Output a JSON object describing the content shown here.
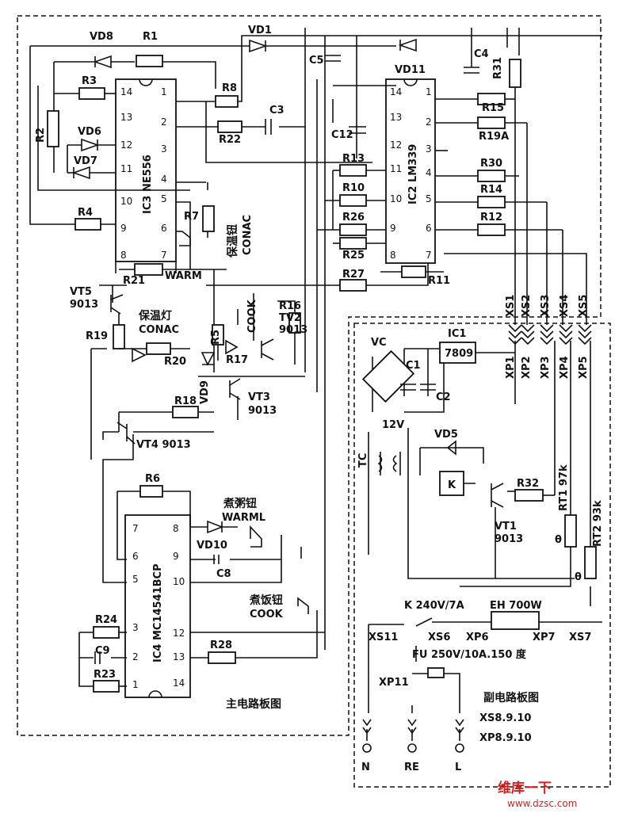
{
  "main_board": {
    "title": "主电路板图",
    "ic3": {
      "name": "IC3 NE556",
      "left_pins": [
        "14",
        "13",
        "12",
        "11",
        "10",
        "9",
        "8"
      ],
      "right_pins": [
        "1",
        "2",
        "3",
        "4",
        "5",
        "6",
        "7"
      ]
    },
    "ic2": {
      "name": "IC2 LM339",
      "left_pins": [
        "14",
        "13",
        "12",
        "11",
        "10",
        "9",
        "8"
      ],
      "right_pins": [
        "1",
        "2",
        "3",
        "4",
        "5",
        "6",
        "7"
      ]
    },
    "ic4": {
      "name": "IC4 MC14541BCP",
      "left_pins": [
        "1",
        "2",
        "3",
        "5",
        "6",
        "7"
      ],
      "right_pins": [
        "8",
        "9",
        "10",
        "12",
        "13",
        "14"
      ]
    },
    "components": {
      "vd8": "VD8",
      "r1": "R1",
      "vd1": "VD1",
      "c5": "C5",
      "c4": "C4",
      "r31": "R31",
      "vd11": "VD11",
      "r3": "R3",
      "r2": "R2",
      "vd6": "VD6",
      "vd7": "VD7",
      "r8": "R8",
      "c3": "C3",
      "r22": "R22",
      "r15": "R15",
      "c12": "C12",
      "r19a": "R19A",
      "r13": "R13",
      "r30": "R30",
      "r10": "R10",
      "r14": "R14",
      "r26": "R26",
      "r12": "R12",
      "r25": "R25",
      "r4": "R4",
      "r7": "R7",
      "r21": "R21",
      "r27": "R27",
      "r11": "R11",
      "vt5": "VT5",
      "vt5_type": "9013",
      "r19": "R19",
      "r16": "R16",
      "tv2": "TV2",
      "tv2_type": "9013",
      "r5": "R5",
      "r17": "R17",
      "r20": "R20",
      "vd9": "VD9",
      "vt3": "VT3",
      "vt3_type": "9013",
      "r18": "R18",
      "vt4": "VT4 9013",
      "r6": "R6",
      "vd10": "VD10",
      "c8": "C8",
      "r24": "R24",
      "c9": "C9",
      "r23": "R23",
      "r28": "R28"
    },
    "buttons": {
      "warm_btn_cn": "保温钮",
      "warm_btn_en": "CONAC",
      "warm_tag": "WARM",
      "lamp_cn": "保温灯",
      "lamp_en": "CONAC",
      "cook_tag": "COOK",
      "porridge_cn": "煮粥钮",
      "porridge_en": "WARML",
      "cook_btn_cn": "煮饭钮",
      "cook_btn_en": "COOK"
    },
    "connectors": [
      "XS1",
      "XS2",
      "XS3",
      "XS4",
      "XS5"
    ]
  },
  "sub_board": {
    "title": "副电路板图",
    "sub_title_1": "XS8.9.10",
    "sub_title_2": "XP8.9.10",
    "vc": "VC",
    "ic1": "IC1",
    "reg": "7809",
    "c1": "C1",
    "c2": "C2",
    "v12": "12V",
    "tc": "TC",
    "vd5": "VD5",
    "k": "K",
    "r32": "R32",
    "vt1": "VT1",
    "vt1_type": "9013",
    "rt1": "RT1 97k",
    "rt2": "RT2 93k",
    "theta": "θ",
    "connectors": [
      "XP1",
      "XP2",
      "XP3",
      "XP4",
      "XP5"
    ],
    "relay_spec": "K 240V/7A",
    "heater": "EH 700W",
    "xs6": "XS6",
    "xp6": "XP6",
    "xp7": "XP7",
    "xs7": "XS7",
    "xs11": "XS11",
    "xp11": "XP11",
    "fuse": "FU 250V/10A.150 度",
    "terminals": [
      "N",
      "RE",
      "L"
    ]
  },
  "watermark": {
    "line1": "维库一下",
    "line2": "www.dzsc.com"
  }
}
